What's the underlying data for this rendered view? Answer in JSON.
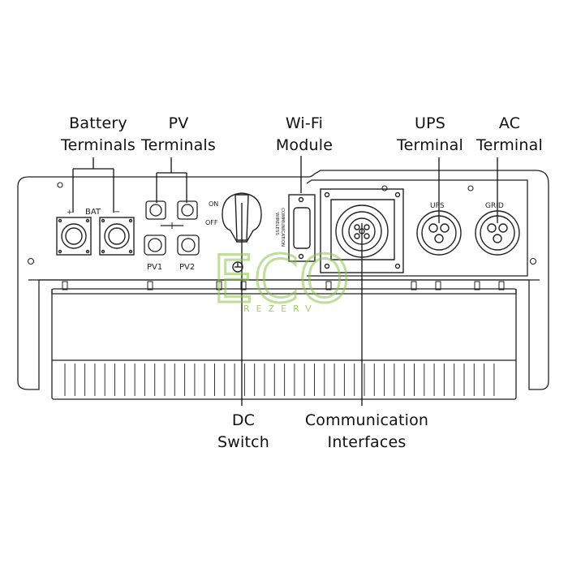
{
  "callouts": {
    "battery": [
      "Battery",
      "Terminals"
    ],
    "pv": [
      "PV",
      "Terminals"
    ],
    "wifi": [
      "Wi-Fi",
      "Module"
    ],
    "ups": [
      "UPS",
      "Terminal"
    ],
    "ac": [
      "AC",
      "Terminal"
    ],
    "dc": [
      "DC",
      "Switch"
    ],
    "comm": [
      "Communication",
      "Interfaces"
    ]
  },
  "panel_labels": {
    "bat": "BAT",
    "bat_plus": "+",
    "bat_minus": "−",
    "pv_plus": "+",
    "pv1": "PV1",
    "pv2": "PV2",
    "on": "ON",
    "off": "OFF",
    "wireless": "WIRELESS",
    "communication": "COMMUNICATION",
    "ups": "UPS",
    "grid": "GRID"
  },
  "watermark": {
    "brand": "ECO",
    "sub": "REZERV",
    "color": "#8bc34a"
  }
}
